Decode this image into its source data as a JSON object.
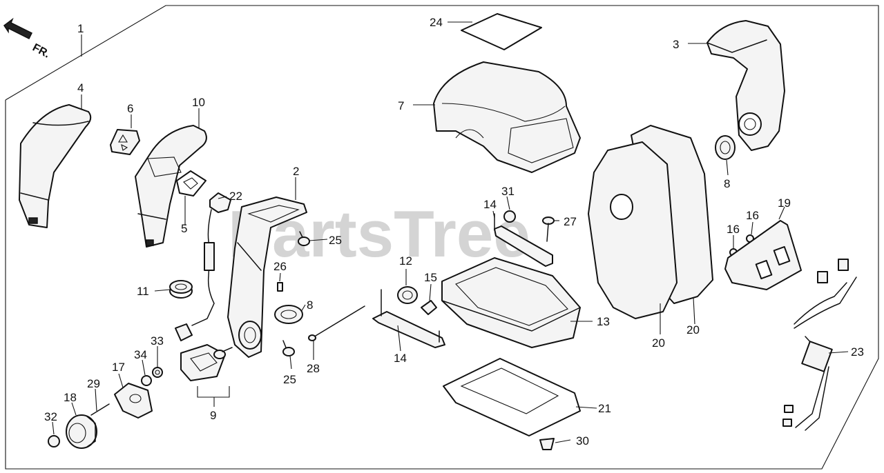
{
  "direction_marker": {
    "icon": "arrow-icon",
    "text": "FR."
  },
  "watermark": {
    "text": "PartsTree",
    "trademark": "TM"
  },
  "callouts": [
    "1",
    "2",
    "3",
    "4",
    "5",
    "6",
    "7",
    "8",
    "8",
    "9",
    "10",
    "11",
    "12",
    "13",
    "14",
    "14",
    "15",
    "16",
    "16",
    "17",
    "18",
    "19",
    "20",
    "20",
    "21",
    "22",
    "23",
    "24",
    "25",
    "25",
    "26",
    "27",
    "28",
    "29",
    "30",
    "31",
    "32",
    "33",
    "34"
  ]
}
